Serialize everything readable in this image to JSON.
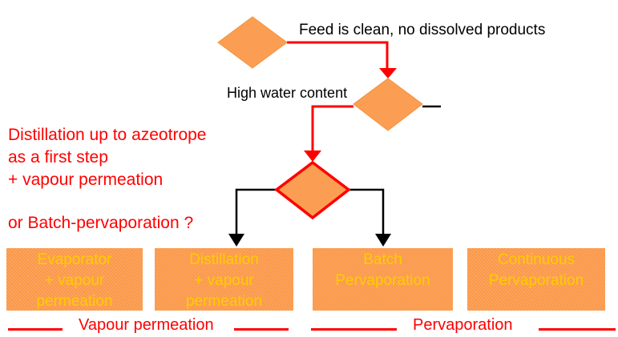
{
  "colors": {
    "accent_red": "#ff0000",
    "node_orange": "#fa9c4e",
    "node_orange_alt": "#fca261",
    "box_text_yellow": "#ffcc00",
    "connector_black": "#000000",
    "background": "#ffffff"
  },
  "flowchart": {
    "question1": {
      "label": "Feed is clean, no dissolved products"
    },
    "question2": {
      "label": "High water content"
    },
    "note": {
      "lines": [
        "Distillation up to azeotrope",
        "as a first step",
        "+ vapour permeation",
        "or Batch-pervaporation ?"
      ]
    },
    "results": [
      {
        "lines": [
          "Evaporator",
          "+ vapour",
          "permeation"
        ]
      },
      {
        "lines": [
          "Distillation",
          "+ vapour",
          "permeation"
        ]
      },
      {
        "lines": [
          "Batch",
          "Pervaporation"
        ]
      },
      {
        "lines": [
          "Continuous",
          "Pervaporation"
        ]
      }
    ],
    "legend": [
      {
        "label": "Vapour permeation"
      },
      {
        "label": "Pervaporation"
      }
    ]
  }
}
